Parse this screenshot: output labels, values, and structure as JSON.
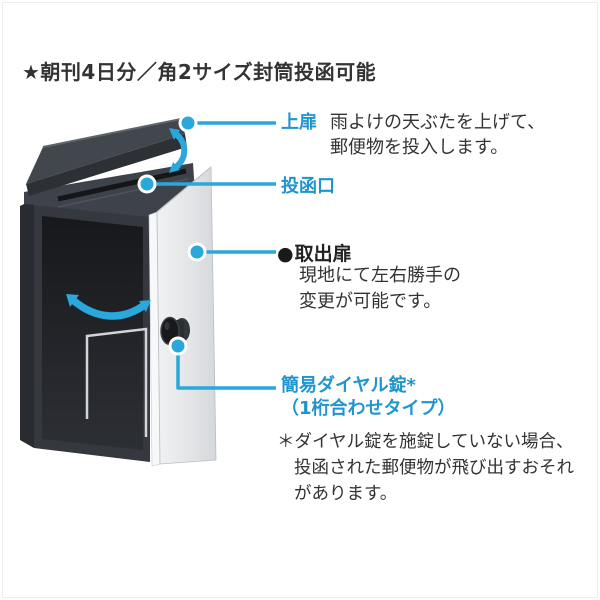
{
  "header": {
    "title": "★朝刊4日分／角2サイズ封筒投函可能"
  },
  "callouts": {
    "top_door": {
      "label": "上扉",
      "desc_line1": "雨よけの天ぶたを上げて、",
      "desc_line2": "郵便物を投入します。"
    },
    "slot": {
      "label": "投函口"
    },
    "takeout_door": {
      "bullet": "●",
      "label": "取出扉",
      "desc_line1": "現地にて左右勝手の",
      "desc_line2": "変更が可能です。"
    },
    "dial_lock": {
      "label_line1": "簡易ダイヤル錠*",
      "label_line2": "（1桁合わせタイプ）"
    }
  },
  "footnote": {
    "line1": "＊ダイヤル錠を施錠していない場合、",
    "line2": "投函された郵便物が飛び出すおそれ",
    "line3": "があります。"
  },
  "icons": {
    "mailbox": "mailbox-illustration",
    "lift_arrow": "lift-arrow-icon",
    "swing_arrow": "swing-arrow-icon"
  },
  "colors": {
    "accent": "#2aa7db",
    "label_blue": "#1f95cf",
    "text": "#333333",
    "body_dark": "#35393f",
    "door_grey": "#e6e8ea"
  }
}
